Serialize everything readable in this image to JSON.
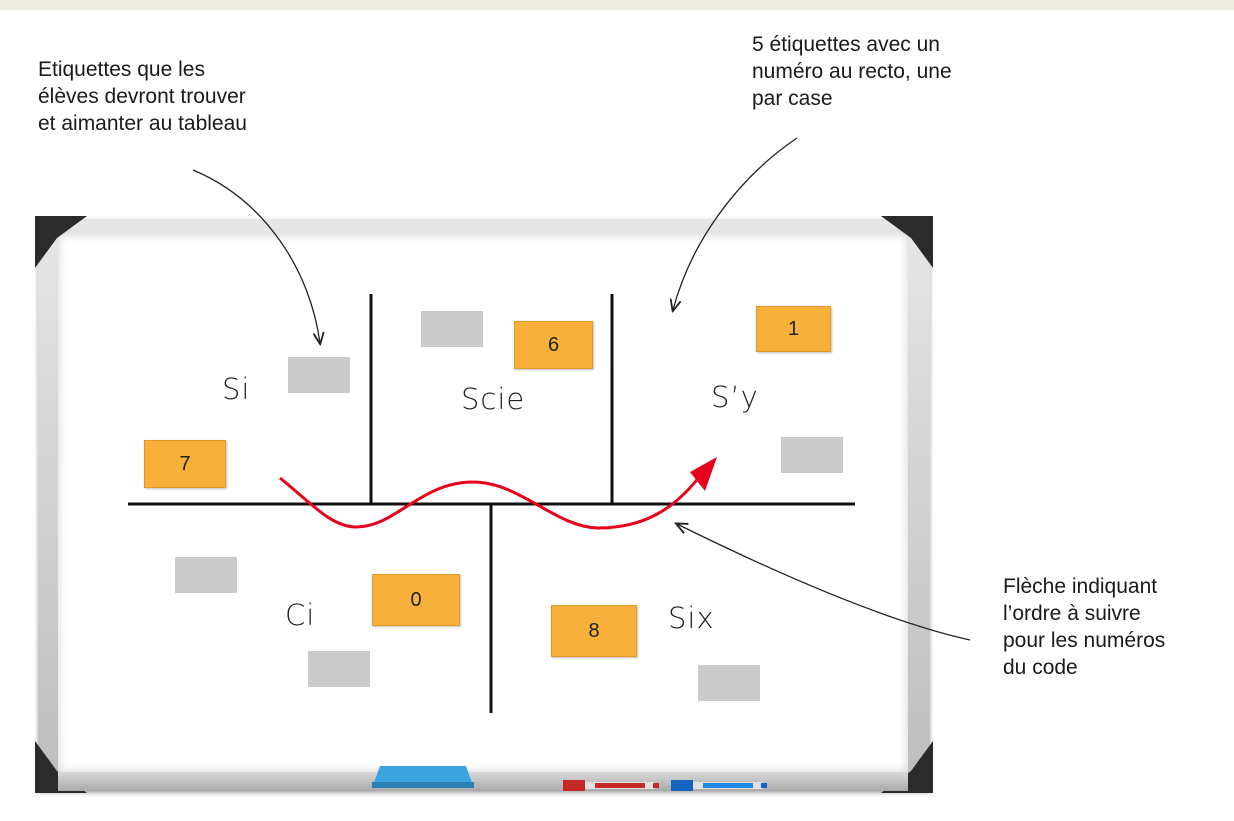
{
  "annotations": {
    "labels_note": "Etiquettes que les\nélèves devront trouver\net aimanter au tableau",
    "numbers_note": "5 étiquettes avec un\nnuméro au recto, une\npar case",
    "arrow_note": "Flèche indiquant\nl’ordre à suivre\npour les numéros\ndu code"
  },
  "board": {
    "words": {
      "si": "Si",
      "scie": "Scie",
      "sy": "S’y",
      "ci": "Ci",
      "six": "Six"
    },
    "number_cards": {
      "seven": "7",
      "six": "6",
      "one": "1",
      "zero": "0",
      "eight": "8"
    }
  },
  "colors": {
    "card": "#f7b03a",
    "blank_label": "#cbcbcb",
    "arrow": "#e8001c",
    "frame_corner": "#2b2b2b",
    "eraser": "#3aa3e0"
  }
}
